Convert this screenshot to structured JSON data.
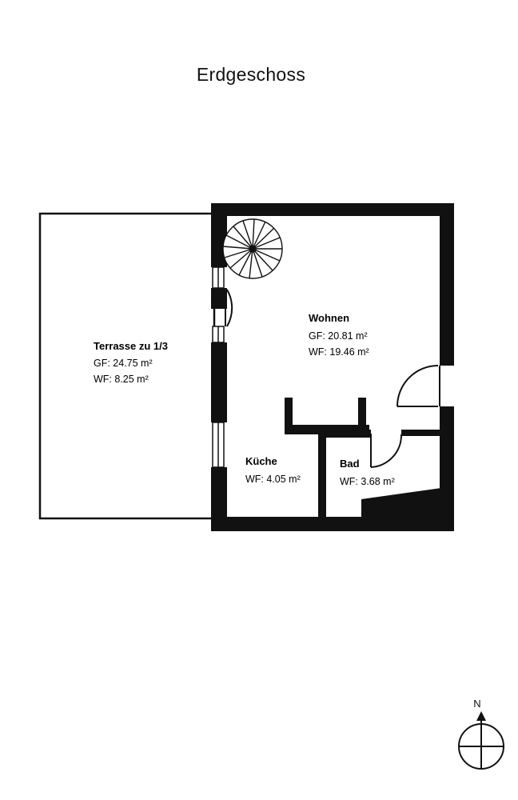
{
  "title": "Erdgeschoss",
  "rooms": {
    "terrasse": {
      "name": "Terrasse zu 1/3",
      "gf": "GF: 24.75 m²",
      "wf": "WF: 8.25 m²"
    },
    "wohnen": {
      "name": "Wohnen",
      "gf": "GF: 20.81 m²",
      "wf": "WF: 19.46 m²"
    },
    "kueche": {
      "name": "Küche",
      "wf": "WF: 4.05 m²"
    },
    "bad": {
      "name": "Bad",
      "wf": "WF: 3.68 m²"
    }
  },
  "compass": {
    "label": "N"
  }
}
